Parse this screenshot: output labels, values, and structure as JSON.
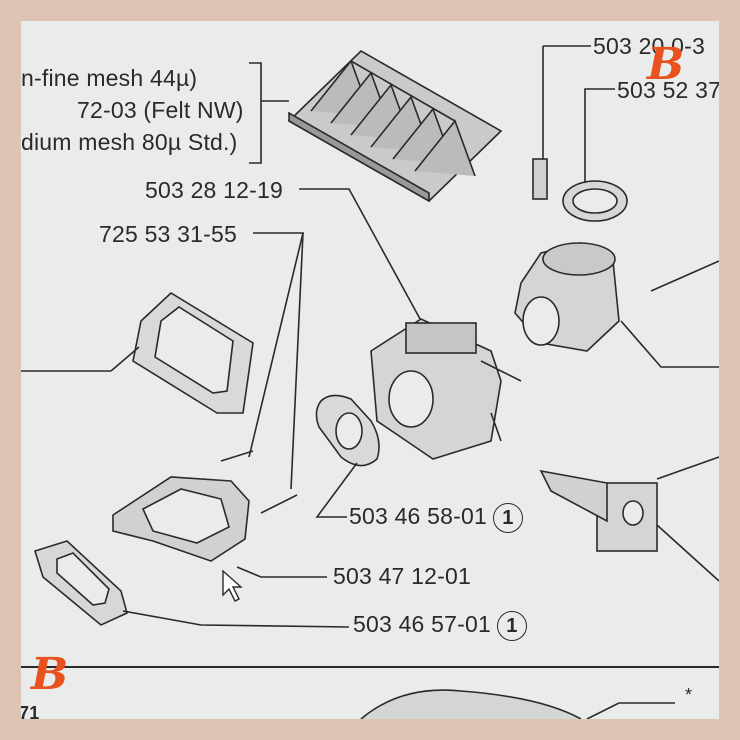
{
  "watermark": {
    "letter": "B",
    "color": "#e8521e"
  },
  "labels": {
    "mesh_fine": "n-fine mesh 44µ)",
    "felt": "72-03 (Felt NW)",
    "mesh_medium": "dium mesh 80µ Std.)",
    "part_1": "503 28 12-19",
    "part_2": "725 53 31-55",
    "part_3": "503 46 58-01",
    "part_3_circle": "1",
    "part_4": "503 47 12-01",
    "part_5": "503 46 57-01",
    "part_5_circle": "1",
    "top_right_1": "503 20 0",
    "top_right_1_tail": "-3",
    "top_right_2": "503 52 37",
    "asterisk": "*",
    "bottom_left_fragment": "71"
  }
}
